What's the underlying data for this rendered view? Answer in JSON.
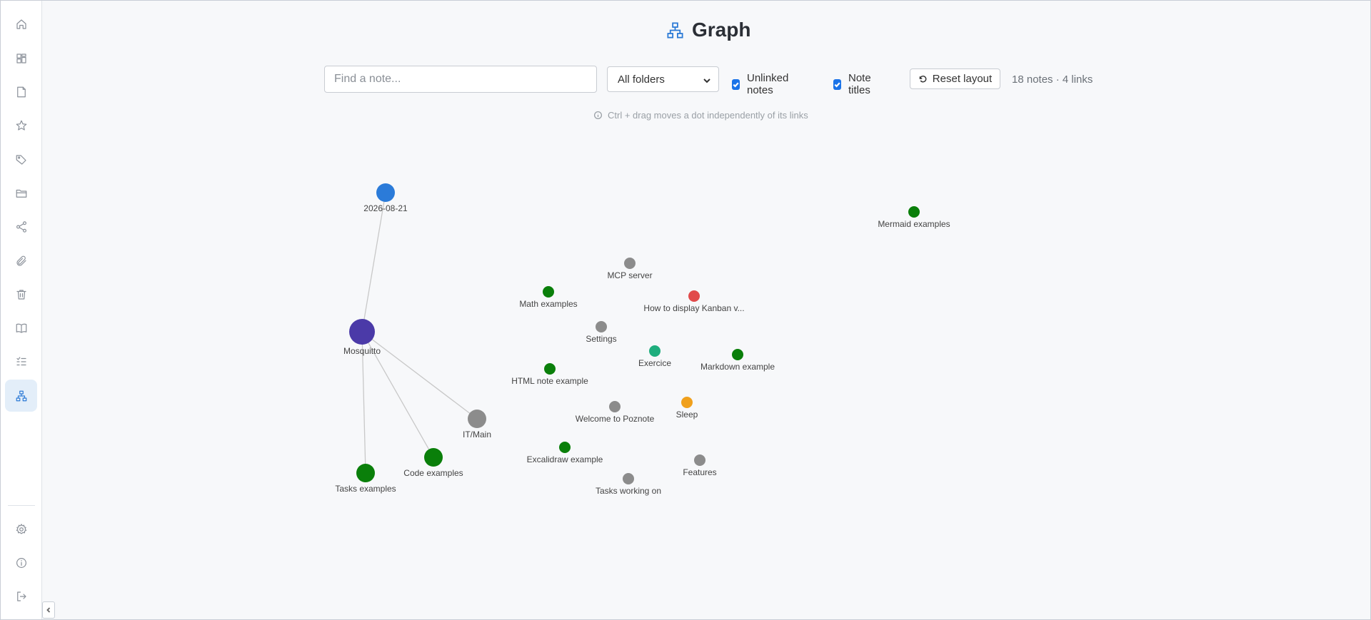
{
  "sidebar": {
    "items": [
      {
        "icon": "home-icon",
        "label": "Home"
      },
      {
        "icon": "dashboard-icon",
        "label": "Dashboard"
      },
      {
        "icon": "note-icon",
        "label": "Notes"
      },
      {
        "icon": "star-icon",
        "label": "Favorites"
      },
      {
        "icon": "tag-icon",
        "label": "Tags"
      },
      {
        "icon": "folder-icon",
        "label": "Folders"
      },
      {
        "icon": "share-icon",
        "label": "Shared"
      },
      {
        "icon": "paperclip-icon",
        "label": "Attachments"
      },
      {
        "icon": "trash-icon",
        "label": "Trash"
      },
      {
        "icon": "book-icon",
        "label": "Guide"
      },
      {
        "icon": "tasks-icon",
        "label": "Tasks"
      },
      {
        "icon": "graph-icon",
        "label": "Graph",
        "active": true
      }
    ],
    "bottom": [
      {
        "icon": "gear-icon",
        "label": "Settings"
      },
      {
        "icon": "info-icon",
        "label": "About"
      },
      {
        "icon": "logout-icon",
        "label": "Logout"
      }
    ]
  },
  "header": {
    "title": "Graph",
    "icon": "graph-icon"
  },
  "toolbar": {
    "search_placeholder": "Find a note...",
    "search_value": "",
    "folder_select": "All folders",
    "unlinked_label": "Unlinked notes",
    "unlinked_checked": true,
    "titles_label": "Note titles",
    "titles_checked": true,
    "reset_label": "Reset layout",
    "stats": "18 notes · 4 links"
  },
  "hint": "Ctrl + drag moves a dot independently of its links",
  "graph": {
    "colors": {
      "blue": "#2b7bd9",
      "purple": "#4b3aa8",
      "gray": "#8c8c8c",
      "green": "#0a7f0a",
      "red": "#e14b4b",
      "teal": "#1fae7e",
      "orange": "#f0a01c"
    },
    "nodes": [
      {
        "id": "n-date",
        "label": "2026-08-21",
        "color": "blue",
        "size": "large"
      },
      {
        "id": "n-mosquitto",
        "label": "Mosquitto",
        "color": "purple",
        "size": "xlarge"
      },
      {
        "id": "n-itmain",
        "label": "IT/Main",
        "color": "gray",
        "size": "large"
      },
      {
        "id": "n-code",
        "label": "Code examples",
        "color": "green",
        "size": "large"
      },
      {
        "id": "n-tasks",
        "label": "Tasks examples",
        "color": "green",
        "size": "large"
      },
      {
        "id": "n-mermaid",
        "label": "Mermaid examples",
        "color": "green",
        "size": "small"
      },
      {
        "id": "n-mcp",
        "label": "MCP server",
        "color": "gray",
        "size": "small"
      },
      {
        "id": "n-math",
        "label": "Math examples",
        "color": "green",
        "size": "small"
      },
      {
        "id": "n-kanban",
        "label": "How to display Kanban v...",
        "color": "red",
        "size": "small"
      },
      {
        "id": "n-settings",
        "label": "Settings",
        "color": "gray",
        "size": "small"
      },
      {
        "id": "n-exercice",
        "label": "Exercice",
        "color": "teal",
        "size": "small"
      },
      {
        "id": "n-markdown",
        "label": "Markdown example",
        "color": "green",
        "size": "small"
      },
      {
        "id": "n-html",
        "label": "HTML note example",
        "color": "green",
        "size": "small"
      },
      {
        "id": "n-welcome",
        "label": "Welcome to Poznote",
        "color": "gray",
        "size": "small"
      },
      {
        "id": "n-sleep",
        "label": "Sleep",
        "color": "orange",
        "size": "small"
      },
      {
        "id": "n-excalidraw",
        "label": "Excalidraw example",
        "color": "green",
        "size": "small"
      },
      {
        "id": "n-features",
        "label": "Features",
        "color": "gray",
        "size": "small"
      },
      {
        "id": "n-working",
        "label": "Tasks working on",
        "color": "gray",
        "size": "small"
      }
    ],
    "links": [
      [
        "n-mosquitto",
        "n-date"
      ],
      [
        "n-mosquitto",
        "n-itmain"
      ],
      [
        "n-mosquitto",
        "n-code"
      ],
      [
        "n-mosquitto",
        "n-tasks"
      ]
    ]
  }
}
